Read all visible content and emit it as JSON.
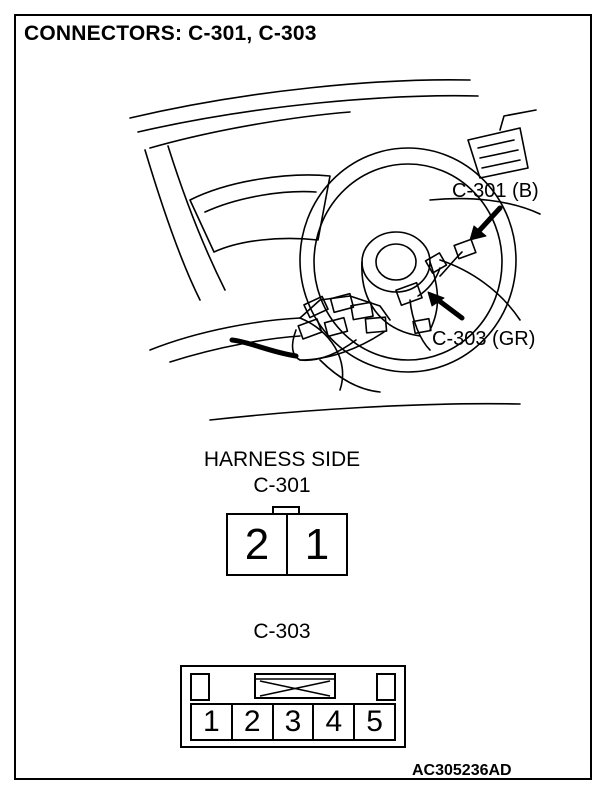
{
  "title": "CONNECTORS: C-301, C-303",
  "illustration": {
    "callout_c301": "C-301 (B)",
    "callout_c303": "C-303 (GR)"
  },
  "harness_side": {
    "label": "HARNESS SIDE",
    "c301_name": "C-301",
    "c301_pins": [
      "2",
      "1"
    ],
    "c303_name": "C-303",
    "c303_pins": [
      "1",
      "2",
      "3",
      "4",
      "5"
    ]
  },
  "code": "AC305236AD"
}
